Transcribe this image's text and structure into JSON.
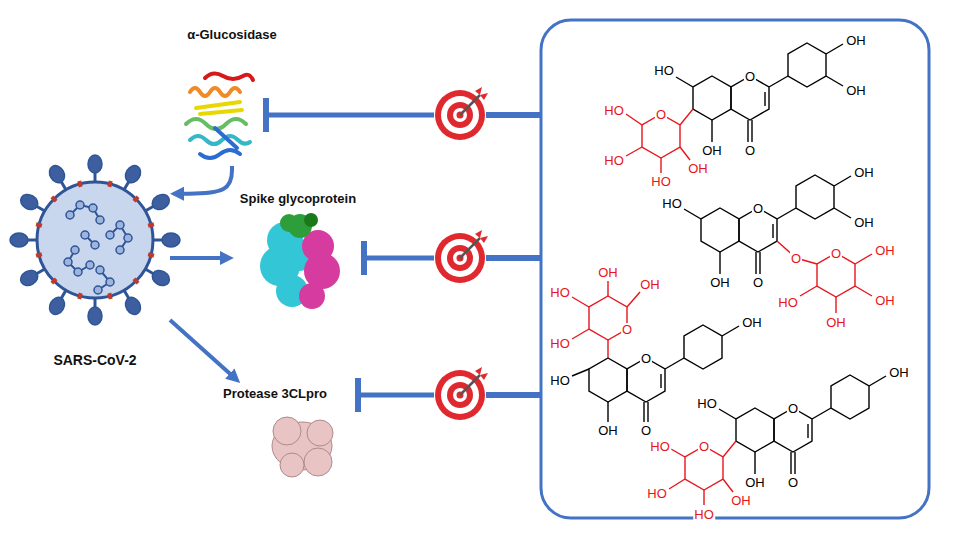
{
  "diagram": {
    "nodes": [
      {
        "text": [
          "SARS-CoV-2"
        ]
      },
      {
        "text": [
          "α-Glucosidase"
        ]
      },
      {
        "text": [
          "Spike glycoprotein"
        ]
      },
      {
        "text": [
          "Protease 3CLpro"
        ]
      }
    ],
    "edges": [
      {
        "from": 1,
        "to": 0,
        "arrow": "to"
      },
      {
        "from": 0,
        "to": 2,
        "arrow": "to"
      },
      {
        "from": 0,
        "to": 3,
        "arrow": "to"
      }
    ],
    "labels": [
      "HO",
      "O",
      "OH",
      "OH",
      "OH",
      "O",
      "O",
      "HO",
      "HO",
      "HO",
      "OH",
      "HO",
      "O",
      "OH",
      "OH",
      "OH",
      "O",
      "O",
      "O",
      "OH",
      "OH",
      "OH",
      "HO",
      "OH",
      "OH",
      "O",
      "HO",
      "HO",
      "HO",
      "O",
      "OH",
      "OH",
      "O",
      "HO",
      "O",
      "OH",
      "OH",
      "O",
      "O",
      "HO",
      "HO",
      "HO",
      "OH"
    ]
  }
}
